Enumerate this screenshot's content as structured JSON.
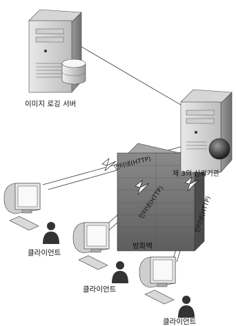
{
  "diagram": {
    "nodes": {
      "image_logging_server": {
        "label": "이미지 로깅 서버"
      },
      "trusted_third_party": {
        "label": "제 3의 신뢰기관"
      },
      "firewall": {
        "label": "방화벽"
      },
      "client_1": {
        "label": "클라이언트"
      },
      "client_2": {
        "label": "클라이언트"
      },
      "client_3": {
        "label": "클라이언트"
      }
    },
    "links": [
      {
        "from": "image_logging_server",
        "to": "trusted_third_party",
        "label": ""
      },
      {
        "from": "client_1",
        "to": "trusted_third_party",
        "label": "인터넷(HTTP)"
      },
      {
        "from": "client_2",
        "to": "trusted_third_party",
        "label": "인터넷(HTTP)"
      },
      {
        "from": "client_3",
        "to": "trusted_third_party",
        "label": "인터넷(HTTP)"
      }
    ]
  }
}
